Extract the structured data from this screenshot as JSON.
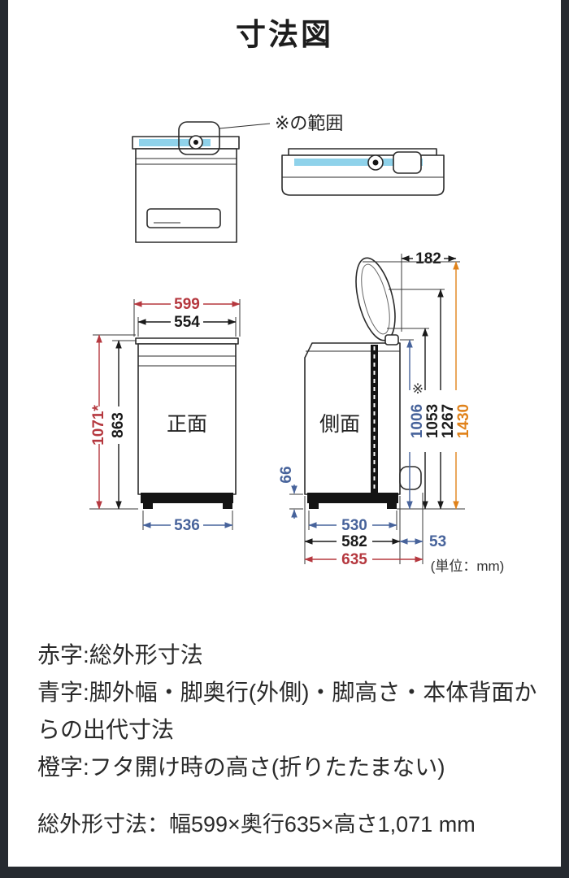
{
  "page": {
    "title": "寸法図",
    "unit_note": "(単位：mm)",
    "range_label": "※の範囲",
    "range_mark": "※"
  },
  "views": {
    "front": "正面",
    "side": "側面"
  },
  "dims": {
    "front_outer_width": "599",
    "front_body_width": "554",
    "front_total_height": "1071*",
    "front_body_height": "863",
    "front_feet_width": "536",
    "side_top_depth": "182",
    "side_back_height": "1006",
    "side_body_height": "1053",
    "side_mid_height": "1267",
    "side_lid_open_height": "1430",
    "side_foot_height": "66",
    "side_feet_depth": "530",
    "side_body_depth": "582",
    "side_total_depth": "635",
    "side_back_offset": "53"
  },
  "legend": {
    "red": "赤字:総外形寸法",
    "blue": "青字:脚外幅・脚奥行(外側)・脚高さ・本体背面からの出代寸法",
    "orange": "橙字:フタ開け時の高さ(折りたたまない)"
  },
  "summary": "総外形寸法：幅599×奥行635×高さ1,071 mm",
  "colors": {
    "red": "#b5383f",
    "blue": "#47639b",
    "orange": "#e0821a",
    "highlight": "#8fd2ea"
  }
}
